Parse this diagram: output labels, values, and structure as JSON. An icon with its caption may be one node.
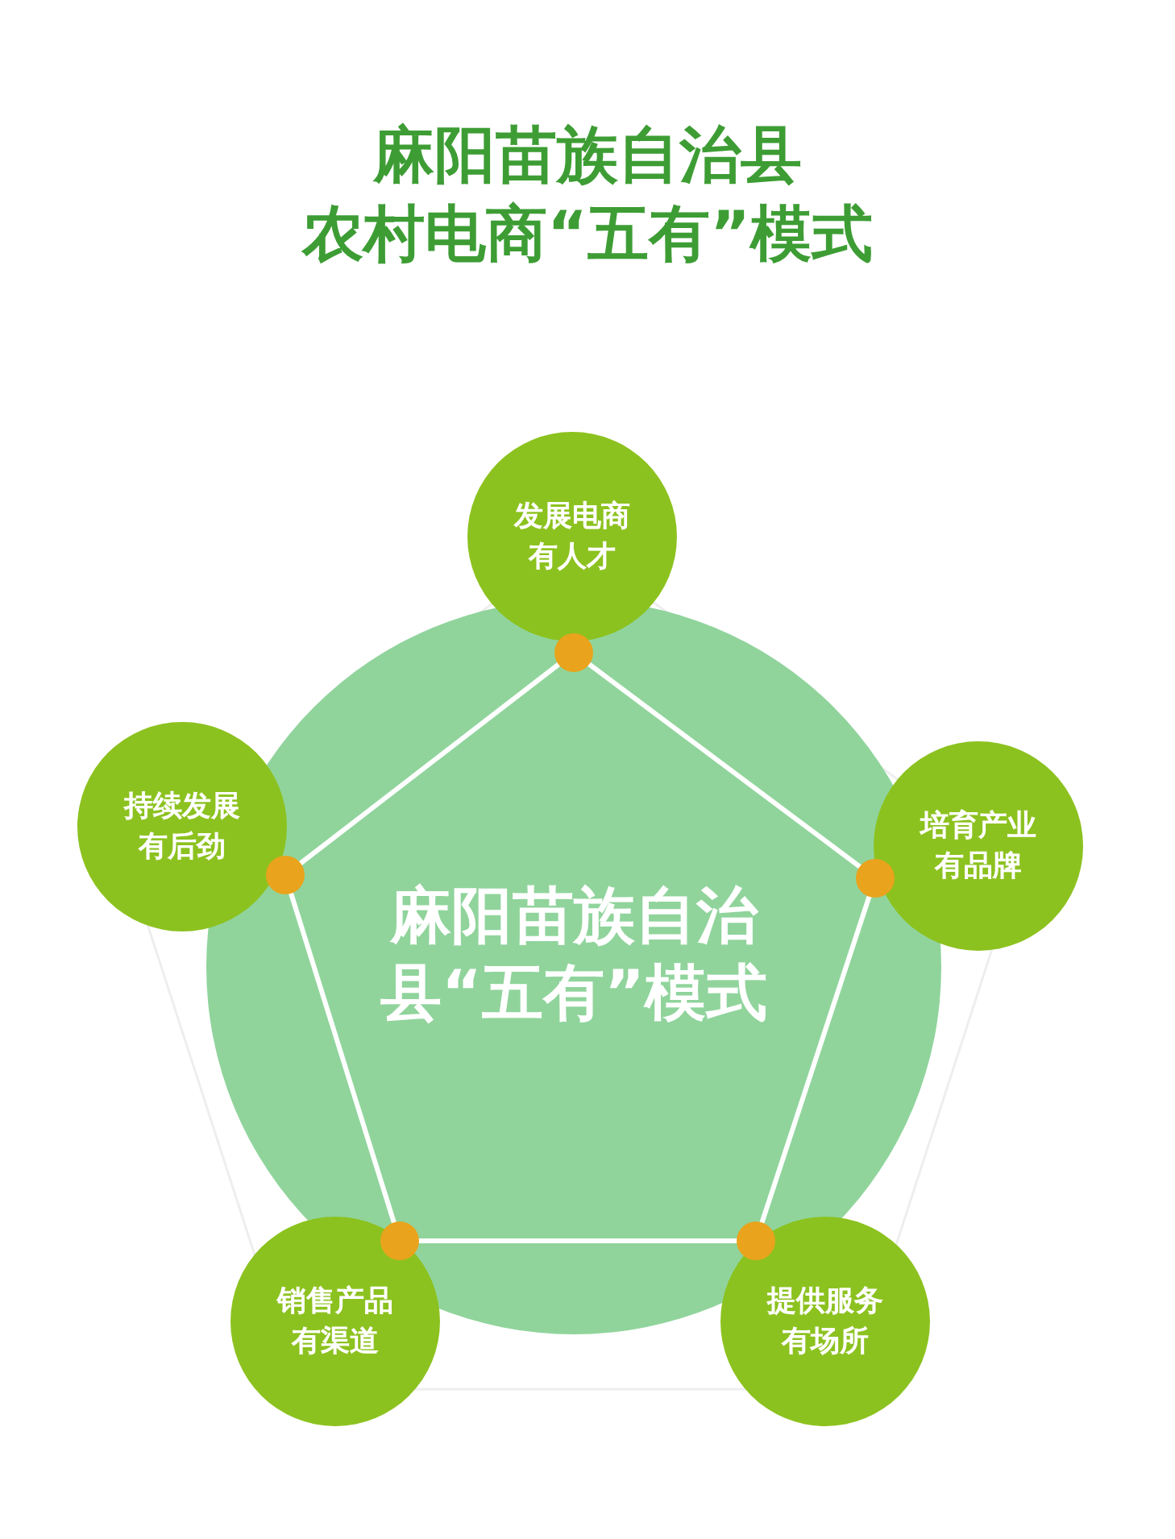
{
  "diagram": {
    "title": "麻阳苗族自治县农村电商“五有”模式",
    "nodes": [
      {
        "text": [
          "麻阳苗族自治县“五有”模式"
        ]
      },
      {
        "text": [
          "发展电商有人才"
        ]
      },
      {
        "text": [
          "培育产业有品牌"
        ]
      },
      {
        "text": [
          "提供服务有场所"
        ]
      },
      {
        "text": [
          "销售产品有渠道"
        ]
      },
      {
        "text": [
          "持续发展有后劲"
        ]
      }
    ],
    "edges": [
      {
        "from": 1,
        "to": 2,
        "arrow": "none",
        "color": "#ffffff"
      },
      {
        "from": 2,
        "to": 3,
        "arrow": "none",
        "color": "#ffffff"
      },
      {
        "from": 3,
        "to": 4,
        "arrow": "none",
        "color": "#ffffff"
      },
      {
        "from": 4,
        "to": 5,
        "arrow": "none",
        "color": "#ffffff"
      },
      {
        "from": 5,
        "to": 1,
        "arrow": "none",
        "color": "#ffffff"
      }
    ]
  }
}
